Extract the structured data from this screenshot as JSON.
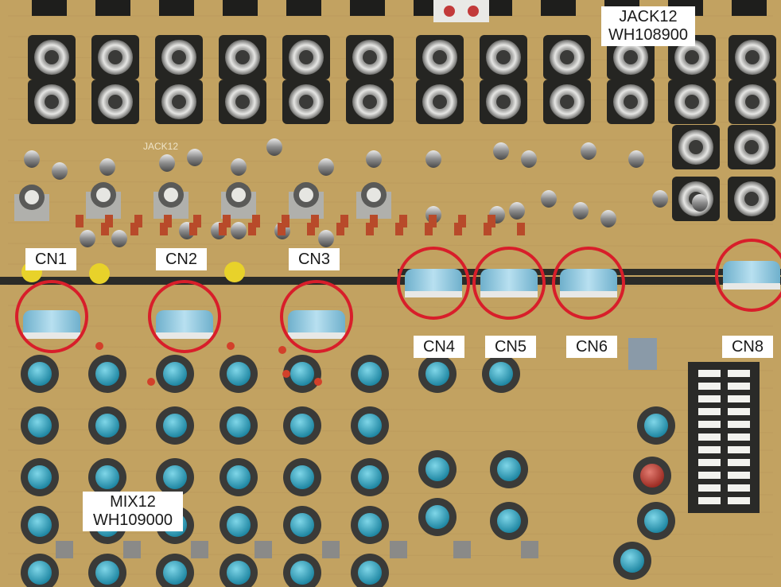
{
  "labels": {
    "cn1": "CN1",
    "cn2": "CN2",
    "cn3": "CN3",
    "cn4": "CN4",
    "cn5": "CN5",
    "cn6": "CN6",
    "cn8": "CN8",
    "jack_board": {
      "line1": "JACK12",
      "line2": "WH108900"
    },
    "mix_board": {
      "line1": "MIX12",
      "line2": "WH109000"
    },
    "silkscreen_jack": "JACK12"
  },
  "colors": {
    "pcb": "#c8a866",
    "pcb_dark": "#a88c50",
    "highlight_circle": "#d81e2a",
    "connector": "#8fc4dc",
    "knob_cyan": "#35a9c4",
    "knob_red": "#c8443a"
  }
}
